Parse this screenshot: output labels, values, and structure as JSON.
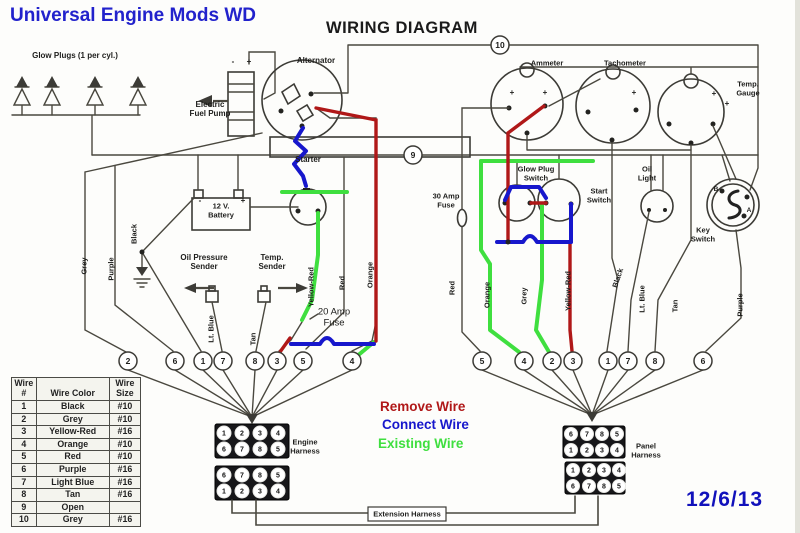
{
  "title": "Universal Engine Mods WD",
  "heading": "WIRING DIAGRAM",
  "date": "12/6/13",
  "legend": {
    "remove": "Remove Wire",
    "connect": "Connect Wire",
    "existing": "Existing Wire"
  },
  "labels": {
    "glow_plugs": "Glow Plugs (1 per cyl.)",
    "fuel_pump_1": "Electric",
    "fuel_pump_2": "Fuel Pump",
    "alternator": "Alternator",
    "starter": "Starter",
    "battery_1": "12 V.",
    "battery_2": "Battery",
    "oil_sender_1": "Oil Pressure",
    "oil_sender_2": "Sender",
    "temp_sender_1": "Temp.",
    "temp_sender_2": "Sender",
    "fuse20_1": "20 Amp",
    "fuse20_2": "Fuse",
    "fuse30_1": "30 Amp",
    "fuse30_2": "Fuse",
    "ammeter": "Ammeter",
    "tachometer": "Tachometer",
    "temp_gauge_1": "Temp.",
    "temp_gauge_2": "Gauge",
    "glow_switch_1": "Glow Plug",
    "glow_switch_2": "Switch",
    "start_switch_1": "Start",
    "start_switch_2": "Switch",
    "oil_light_1": "Oil",
    "oil_light_2": "Light",
    "key_switch_1": "Key",
    "key_switch_2": "Switch",
    "engine_harness_1": "Engine",
    "engine_harness_2": "Harness",
    "panel_harness_1": "Panel",
    "panel_harness_2": "Harness",
    "extension_harness": "Extension Harness",
    "plus": "+",
    "minus": "-",
    "key_b": "B",
    "key_a": "A"
  },
  "wire_runs": {
    "engine": [
      "Grey",
      "Purple",
      "Black",
      "Lt. Blue",
      "Tan",
      "Yellow-Red",
      "Red",
      "Orange"
    ],
    "panel": [
      "Red",
      "Orange",
      "Grey",
      "Yellow-Red",
      "Black",
      "Lt. Blue",
      "Tan",
      "Purple"
    ]
  },
  "pins": {
    "engine": [
      "2",
      "6",
      "1",
      "7",
      "8",
      "3",
      "5",
      "4"
    ],
    "panel": [
      "5",
      "4",
      "2",
      "3",
      "1",
      "7",
      "8",
      "6"
    ],
    "junctions": [
      "9",
      "10"
    ]
  },
  "connectors": {
    "engine": [
      [
        "1",
        "2",
        "3",
        "4"
      ],
      [
        "6",
        "7",
        "8",
        "5"
      ],
      [
        "6",
        "7",
        "8",
        "5"
      ],
      [
        "1",
        "2",
        "3",
        "4"
      ]
    ],
    "panel": [
      [
        "6",
        "7",
        "8",
        "5"
      ],
      [
        "1",
        "2",
        "3",
        "4"
      ],
      [
        "1",
        "2",
        "3",
        "4"
      ],
      [
        "6",
        "7",
        "8",
        "5"
      ]
    ]
  },
  "table": {
    "header": {
      "col1a": "Wire",
      "col1b": "#",
      "col2": "Wire Color",
      "col3a": "Wire",
      "col3b": "Size"
    },
    "rows": [
      [
        "1",
        "Black",
        "#10"
      ],
      [
        "2",
        "Grey",
        "#10"
      ],
      [
        "3",
        "Yellow-Red",
        "#16"
      ],
      [
        "4",
        "Orange",
        "#10"
      ],
      [
        "5",
        "Red",
        "#10"
      ],
      [
        "6",
        "Purple",
        "#16"
      ],
      [
        "7",
        "Light Blue",
        "#16"
      ],
      [
        "8",
        "Tan",
        "#16"
      ],
      [
        "9",
        "Open",
        ""
      ],
      [
        "10",
        "Grey",
        "#16"
      ]
    ]
  },
  "colors": {
    "title": "#2222cc",
    "date": "#1111bb",
    "remove": "#b01818",
    "connect": "#1717cc",
    "existing": "#3fdf3f",
    "line": "#4a483f"
  }
}
